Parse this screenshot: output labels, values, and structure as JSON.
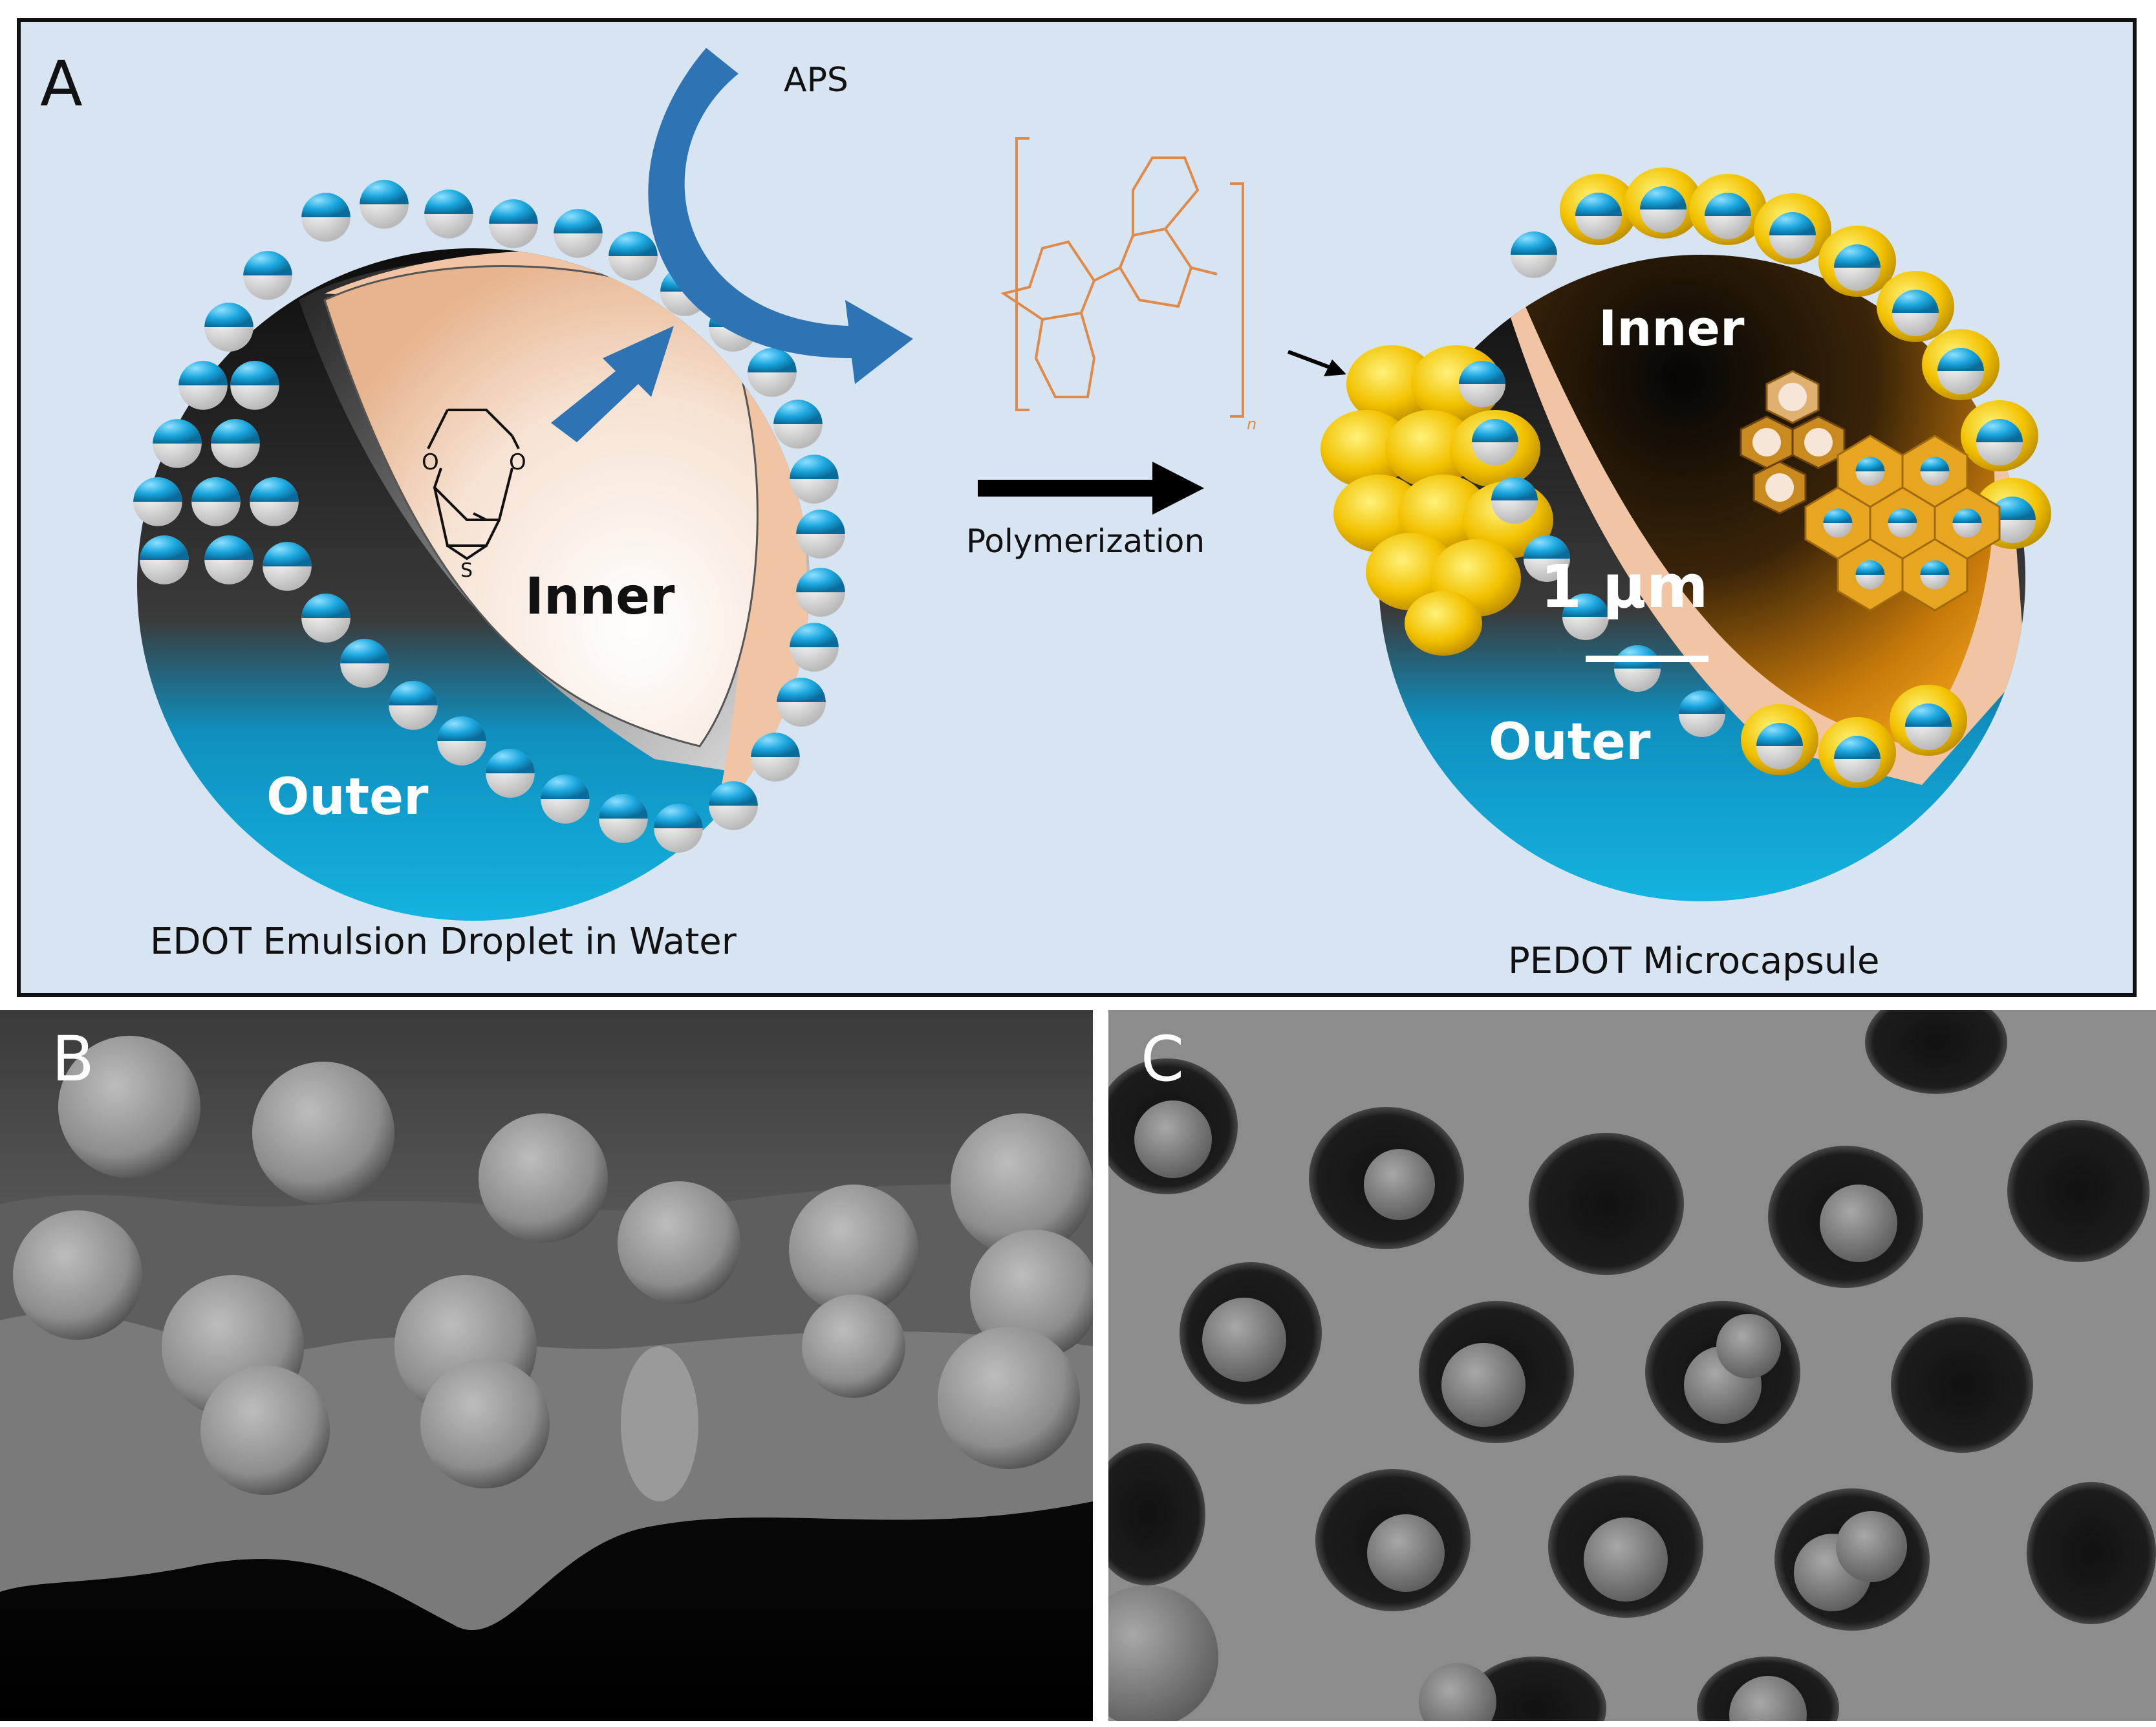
{
  "panel_a": {
    "letter": "A",
    "aps_label": "APS",
    "polymerization_label": "Polymerization",
    "left_capsule": {
      "inner_label": "Inner",
      "outer_label": "Outer",
      "caption": "EDOT Emulsion Droplet in Water"
    },
    "right_capsule": {
      "inner_label": "Inner",
      "outer_label": "Outer",
      "scale_bar_label": "1 μm",
      "caption": "PEDOT Microcapsule"
    },
    "structures": {
      "edot_atom_o1": "O",
      "edot_atom_o2": "O",
      "edot_atom_s": "S",
      "pedot_subscript": "n"
    }
  },
  "panel_b": {
    "letter": "B"
  },
  "panel_c": {
    "letter": "C"
  },
  "colors": {
    "background": "#d7e4f1",
    "surfactant_head": "#1aa7de",
    "pedot_shell": "#f2c200",
    "structure_orange": "#e08a4a",
    "arrow_blue": "#2e74b5"
  }
}
